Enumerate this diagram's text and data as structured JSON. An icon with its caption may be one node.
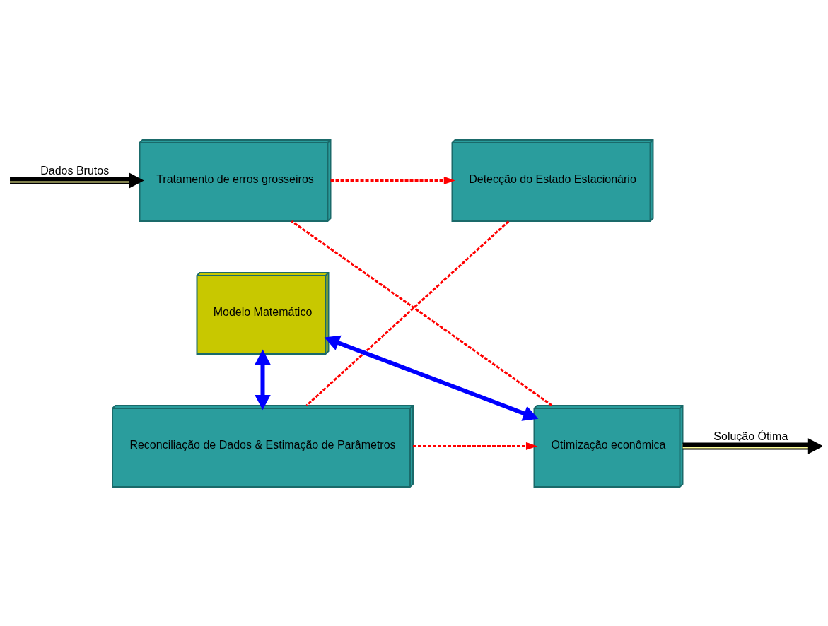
{
  "diagram": {
    "nodes": [
      {
        "text": [
          "Tratamento de erros grosseiros"
        ]
      },
      {
        "text": [
          "Detecção do Estado Estacionário"
        ]
      },
      {
        "text": [
          "Modelo Matemático"
        ]
      },
      {
        "text": [
          "Otimização econômica"
        ]
      },
      {
        "text": [
          "Reconciliação de Dados & Estimação de Parâmetros"
        ]
      }
    ],
    "edges": [
      {
        "from": null,
        "to": 0,
        "arrow": "to",
        "label": "Dados Brutos",
        "style": "thick",
        "color": "#ffff99"
      },
      {
        "from": 0,
        "to": 1,
        "arrow": "to",
        "style": "dashed"
      },
      {
        "from": 1,
        "to": 4,
        "arrow": "none",
        "style": "dashed"
      },
      {
        "from": 4,
        "to": 3,
        "arrow": "to",
        "style": "dashed"
      },
      {
        "from": 3,
        "to": 0,
        "arrow": "none",
        "style": "dashed"
      },
      {
        "from": 2,
        "to": 3,
        "arrow": "both",
        "style": "thick",
        "color": "#0000ff"
      },
      {
        "from": 2,
        "to": 4,
        "arrow": "both",
        "style": "thick",
        "color": "#0000ff"
      },
      {
        "from": 3,
        "to": null,
        "arrow": "to",
        "label": "Solução Ótima",
        "style": "thick",
        "color": "#ffff99"
      }
    ]
  }
}
